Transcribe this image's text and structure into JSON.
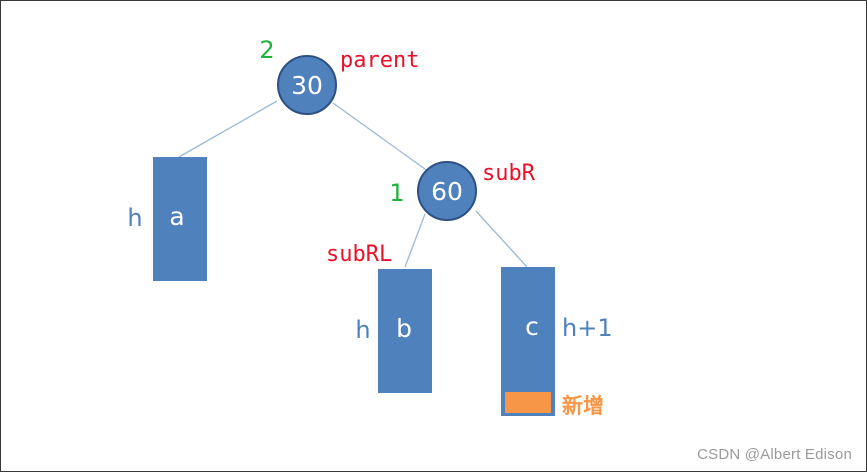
{
  "colors": {
    "node_fill": "#4f81bd",
    "node_stroke": "#2c5182",
    "box_fill": "#4f81bd",
    "edge": "#9cbad6",
    "pointer_label": "#e8132a",
    "balance_factor": "#1fb33a",
    "height_label": "#4f81bd",
    "inserted_fill": "#f79646",
    "inserted_label": "#f79646",
    "watermark": "#9a9a9a"
  },
  "nodes": {
    "root": {
      "value": "30",
      "balance_factor": "2",
      "pointer": "parent"
    },
    "right": {
      "value": "60",
      "balance_factor": "1",
      "pointer": "subR"
    }
  },
  "subtrees": {
    "a": {
      "name": "a",
      "height": "h"
    },
    "b": {
      "name": "b",
      "height": "h",
      "pointer": "subRL"
    },
    "c": {
      "name": "c",
      "height": "h+1"
    }
  },
  "inserted": {
    "label": "新增"
  },
  "watermark": "CSDN @Albert Edison"
}
